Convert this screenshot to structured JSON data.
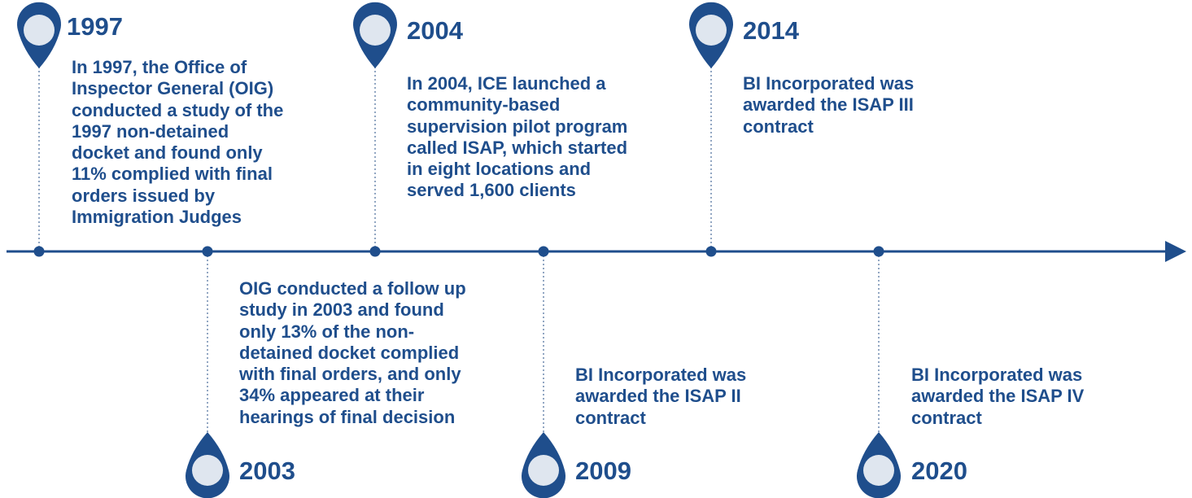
{
  "colors": {
    "primary": "#1f4e8c",
    "marker_fill": "#dfe6ef"
  },
  "events": [
    {
      "year": "1997",
      "position": "above",
      "lines": [
        "In 1997, the Office of",
        "Inspector General (OIG)",
        "conducted a study of the",
        "1997 non-detained",
        "docket and found only",
        "11% complied with final",
        "orders issued by",
        "Immigration Judges"
      ]
    },
    {
      "year": "2003",
      "position": "below",
      "lines": [
        "OIG conducted a follow up",
        "study in 2003 and found",
        "only 13% of the non-",
        "detained docket complied",
        "with final orders, and only",
        "34% appeared at their",
        "hearings of final decision"
      ]
    },
    {
      "year": "2004",
      "position": "above",
      "lines": [
        "In 2004, ICE launched a",
        "community-based",
        "supervision pilot program",
        "called ISAP, which started",
        "in eight locations and",
        "served 1,600 clients"
      ]
    },
    {
      "year": "2009",
      "position": "below",
      "lines": [
        "BI Incorporated was",
        "awarded the ISAP II",
        "contract"
      ]
    },
    {
      "year": "2014",
      "position": "above",
      "lines": [
        "BI Incorporated was",
        "awarded the ISAP III",
        "contract"
      ]
    },
    {
      "year": "2020",
      "position": "below",
      "lines": [
        "BI Incorporated was",
        "awarded the ISAP IV",
        "contract"
      ]
    }
  ]
}
